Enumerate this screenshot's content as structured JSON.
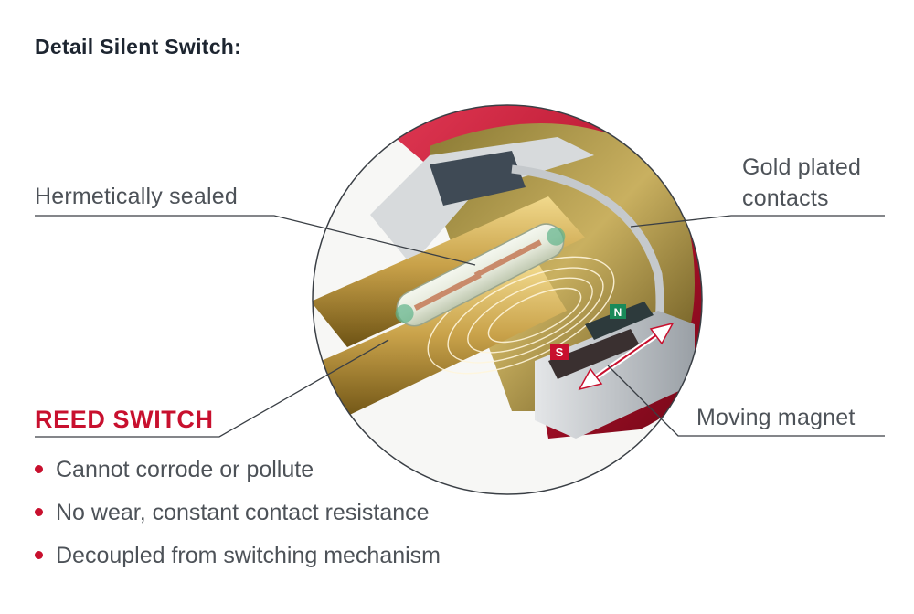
{
  "heading": "Detail Silent Switch:",
  "labels": {
    "hermetic": "Hermetically sealed",
    "gold_line1": "Gold plated",
    "gold_line2": "contacts",
    "magnet": "Moving magnet"
  },
  "reed": {
    "title": "REED SWITCH",
    "bullets": [
      "Cannot corrode or pollute",
      "No wear, constant contact resistance",
      "Decoupled from switching mechanism"
    ]
  },
  "magnet_marks": {
    "south": "S",
    "north": "N"
  },
  "colors": {
    "accent_red": "#c8102e",
    "heading": "#1d2530",
    "label_text": "#4d5258",
    "leader_line": "#3a3f45",
    "brass": "#c9a24a"
  }
}
